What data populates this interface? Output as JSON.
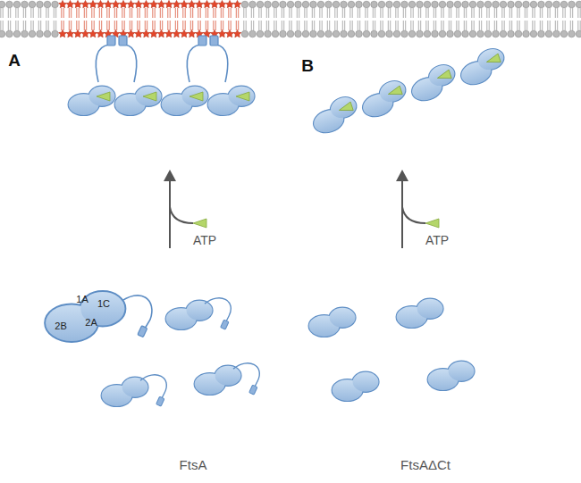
{
  "diagram": {
    "nodes": [
      {
        "text": [
          "1A",
          "1C",
          "2A",
          "2B"
        ]
      }
    ],
    "labels": [
      "A",
      "B",
      "ATP",
      "ATP",
      "FtsA",
      "FtsAΔCt"
    ]
  }
}
